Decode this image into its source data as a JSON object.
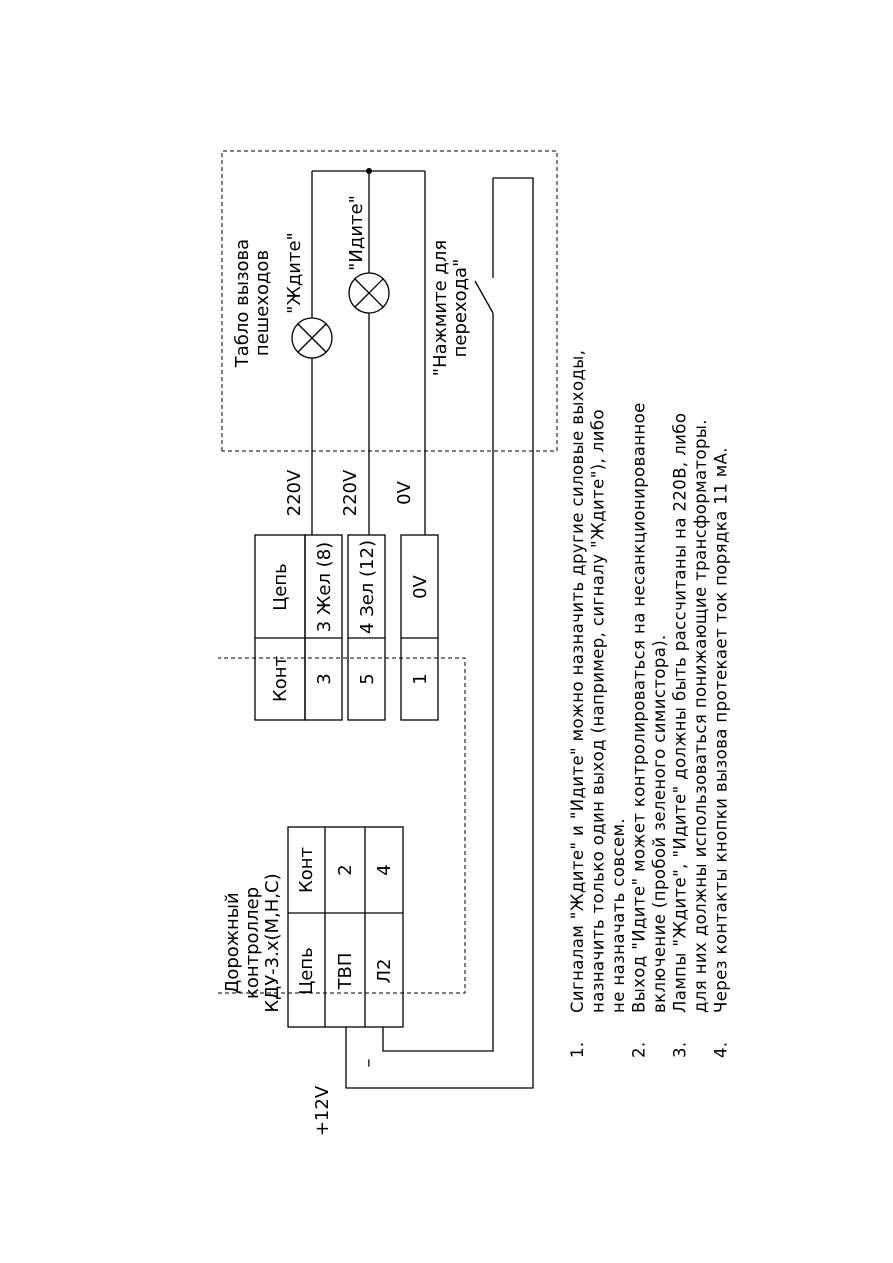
{
  "controller": {
    "title": [
      "Дорожный",
      "контроллер",
      "КДУ-3.х(М,Н,С)"
    ],
    "header": {
      "circuit": "Цепь",
      "contact": "Конт"
    },
    "rows": [
      {
        "circuit": "ТВП",
        "contact": "2"
      },
      {
        "circuit": "Л2",
        "contact": "4"
      }
    ]
  },
  "power": {
    "plus": "+12V",
    "minus": "–"
  },
  "output_module": {
    "header": {
      "contact": "Конт",
      "circuit": "Цепь"
    },
    "rows": [
      {
        "contact": "3",
        "circuit": "3 Жел (8)",
        "voltage": "220V"
      },
      {
        "contact": "5",
        "circuit": "4 Зел (12)",
        "voltage": "220V"
      },
      {
        "contact": "1",
        "circuit": "0V",
        "voltage": "0V"
      }
    ]
  },
  "panel": {
    "title": [
      "Табло вызова",
      "пешеходов"
    ],
    "lamp_wait": "\"Ждите\"",
    "lamp_go": "\"Идите\"",
    "button": [
      "\"Нажмите для",
      "перехода\""
    ]
  },
  "notes": [
    {
      "num": "1.",
      "lines": [
        "Сигналам \"Ждите\" и \"Идите\" можно назначить другие силовые выходы,",
        "назначить только один выход (например, сигналу \"Ждите\"), либо",
        "не назначать совсем."
      ]
    },
    {
      "num": "2.",
      "lines": [
        "Выход \"Идите\" может контролироваться на несанкционированное",
        "включение (пробой зеленого симистора)."
      ]
    },
    {
      "num": "3.",
      "lines": [
        "Лампы \"Ждите\", \"Идите\" должны быть рассчитаны на 220В, либо",
        "для них должны использоваться понижающие трансформаторы."
      ]
    },
    {
      "num": "4.",
      "lines": [
        "Через контакты кнопки вызова протекает ток порядка 11 мА."
      ]
    }
  ]
}
